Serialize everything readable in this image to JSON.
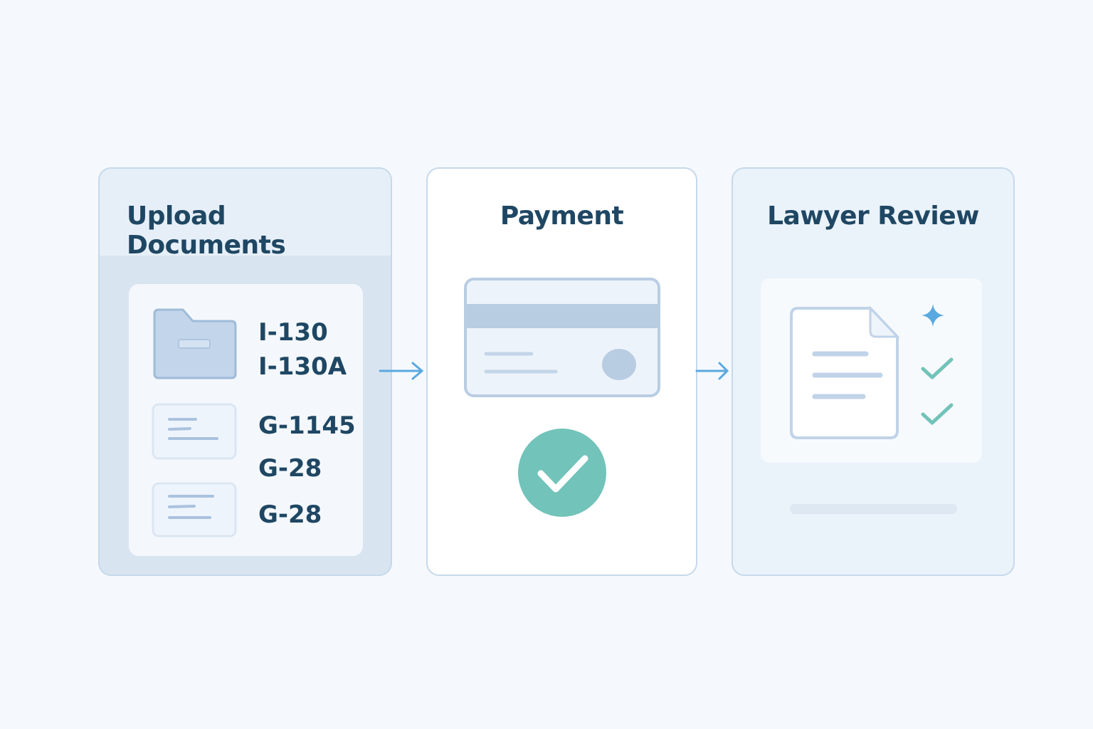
{
  "steps": [
    {
      "title": "Upload Documents",
      "documents": [
        "I-130",
        "I-130A",
        "G-1145",
        "G-28",
        "G-28"
      ]
    },
    {
      "title": "Payment",
      "status_icon": "check-circle-icon"
    },
    {
      "title": "Lawyer Review",
      "icons": [
        "document-icon",
        "sparkle-icon",
        "check-icon",
        "check-icon"
      ]
    }
  ],
  "colors": {
    "title": "#1f4763",
    "accent": "#5aa9e0",
    "success": "#72c3b9",
    "border": "#c6d9ea"
  }
}
